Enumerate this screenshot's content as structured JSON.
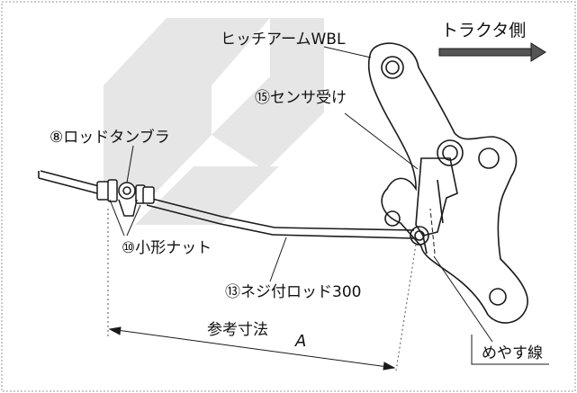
{
  "labels": {
    "hitch_arm": "ヒッチアームWBL",
    "tractor_side": "トラクタ側",
    "sensor_receiver": "⑮センサ受け",
    "rod_tumbler": "⑧ロッドタンブラ",
    "small_nut": "⑩小形ナット",
    "threaded_rod": "⑬ネジ付ロッド300",
    "reference_dim": "参考寸法",
    "dim_symbol": "A",
    "guide_line": "めやす線"
  },
  "colors": {
    "line": "#1a1a1a",
    "watermark": "#e6e6e6",
    "arrow_fill": "#555555"
  }
}
